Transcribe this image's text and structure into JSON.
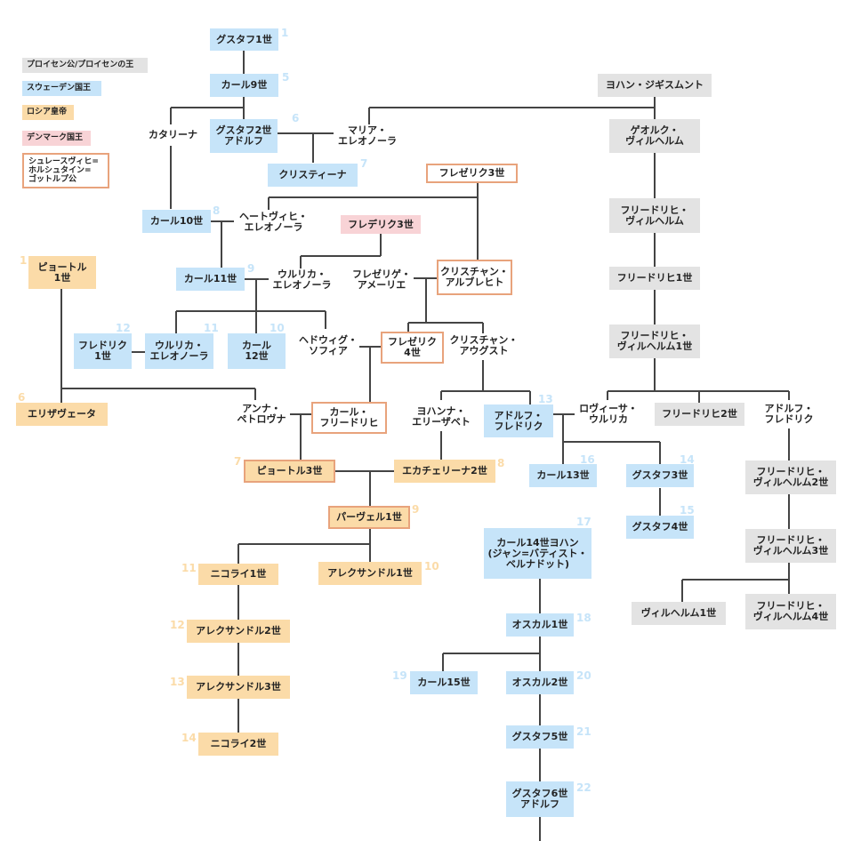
{
  "legend": [
    {
      "label": "プロイセン公/プロイセンの王",
      "kind": "prussia"
    },
    {
      "label": "スウェーデン国王",
      "kind": "sweden"
    },
    {
      "label": "ロシア皇帝",
      "kind": "russia"
    },
    {
      "label": "デンマーク国王",
      "kind": "denmark"
    },
    {
      "label": "シュレースヴィヒ=\nホルシュタイン=\nゴットルプ公",
      "kind": "holstein"
    }
  ],
  "colors": {
    "prussia": "#e3e3e3",
    "sweden": "#c6e4f9",
    "russia": "#fbdba8",
    "denmark": "#f8d3d6",
    "holstein_border": "#e8a37c",
    "line": "#444444"
  },
  "nodes": {
    "gustav1": {
      "label": "グスタフ1世",
      "num": "1"
    },
    "karl9": {
      "label": "カール9世",
      "num": "5"
    },
    "katarina": {
      "label": "カタリーナ"
    },
    "gustav2": {
      "label": "グスタフ2世\nアドルフ",
      "num": "6"
    },
    "maria": {
      "label": "マリア・\nエレオノーラ"
    },
    "kristina": {
      "label": "クリスティーナ",
      "num": "7"
    },
    "johann_sig": {
      "label": "ヨハン・ジギスムント"
    },
    "georg_wilhelm": {
      "label": "ゲオルク・\nヴィルヘルム"
    },
    "fw_great": {
      "label": "フリードリヒ・\nヴィルヘルム"
    },
    "friedrich1": {
      "label": "フリードリヒ1世"
    },
    "fw1": {
      "label": "フリードリヒ・\nヴィルヘルム1世"
    },
    "frederik3_hol": {
      "label": "フレゼリク3世"
    },
    "karl10": {
      "label": "カール10世",
      "num": "8"
    },
    "hedvig": {
      "label": "ヘートヴィヒ・\nエレオノーラ"
    },
    "frederik3_dk": {
      "label": "フレデリク3世"
    },
    "karl11": {
      "label": "カール11世",
      "num": "9"
    },
    "ulrika_e1": {
      "label": "ウルリカ・\nエレオノーラ"
    },
    "frederikke": {
      "label": "フレゼリゲ・\nアメーリエ"
    },
    "christian_albrecht": {
      "label": "クリスチャン・\nアルブレヒト"
    },
    "peter1": {
      "label": "ピョートル\n1世",
      "num": "1"
    },
    "fredrik1": {
      "label": "フレドリク\n1世",
      "num": "12"
    },
    "ulrika_e2": {
      "label": "ウルリカ・\nエレオノーラ",
      "num": "11"
    },
    "karl12": {
      "label": "カール\n12世",
      "num": "10"
    },
    "hedvig_sofia": {
      "label": "ヘドウィグ・\nソフィア"
    },
    "frederik4": {
      "label": "フレゼリク\n4世"
    },
    "christian_august": {
      "label": "クリスチャン・\nアウグスト"
    },
    "elizaveta": {
      "label": "エリザヴェータ",
      "num": "6"
    },
    "anna": {
      "label": "アンナ・\nペトロヴナ"
    },
    "karl_friedrich": {
      "label": "カール・\nフリードリヒ"
    },
    "johanna": {
      "label": "ヨハンナ・\nエリーザベト"
    },
    "adolf_fredrik": {
      "label": "アドルフ・\nフレドリク",
      "num": "13"
    },
    "lovisa": {
      "label": "ロヴィーサ・\nウルリカ"
    },
    "friedrich2": {
      "label": "フリードリヒ2世"
    },
    "august_ferdinand": {
      "label": "アドルフ・\nフレドリク"
    },
    "peter3": {
      "label": "ピョートル3世",
      "num": "7"
    },
    "catherine2": {
      "label": "エカチェリーナ2世",
      "num": "8"
    },
    "karl13": {
      "label": "カール13世",
      "num": "16"
    },
    "gustav3": {
      "label": "グスタフ3世",
      "num": "14"
    },
    "gustav4": {
      "label": "グスタフ4世",
      "num": "15"
    },
    "fw2": {
      "label": "フリードリヒ・\nヴィルヘルム2世"
    },
    "fw3": {
      "label": "フリードリヒ・\nヴィルヘルム3世"
    },
    "pavel1": {
      "label": "パーヴェル1世",
      "num": "9"
    },
    "nikolai1": {
      "label": "ニコライ1世",
      "num": "11"
    },
    "alexander1": {
      "label": "アレクサンドル1世",
      "num": "10"
    },
    "alexander2": {
      "label": "アレクサンドル2世",
      "num": "12"
    },
    "alexander3": {
      "label": "アレクサンドル3世",
      "num": "13"
    },
    "nikolai2": {
      "label": "ニコライ2世",
      "num": "14"
    },
    "karl14": {
      "label": "カール14世ヨハン\n(ジャン=バティスト・\nベルナドット)",
      "num": "17"
    },
    "oscar1": {
      "label": "オスカル1世",
      "num": "18"
    },
    "karl15": {
      "label": "カール15世",
      "num": "19"
    },
    "oscar2": {
      "label": "オスカル2世",
      "num": "20"
    },
    "gustav5": {
      "label": "グスタフ5世",
      "num": "21"
    },
    "gustav6": {
      "label": "グスタフ6世\nアドルフ",
      "num": "22"
    },
    "wilhelm1": {
      "label": "ヴィルヘルム1世"
    },
    "fw4": {
      "label": "フリードリヒ・\nヴィルヘルム4世"
    }
  }
}
